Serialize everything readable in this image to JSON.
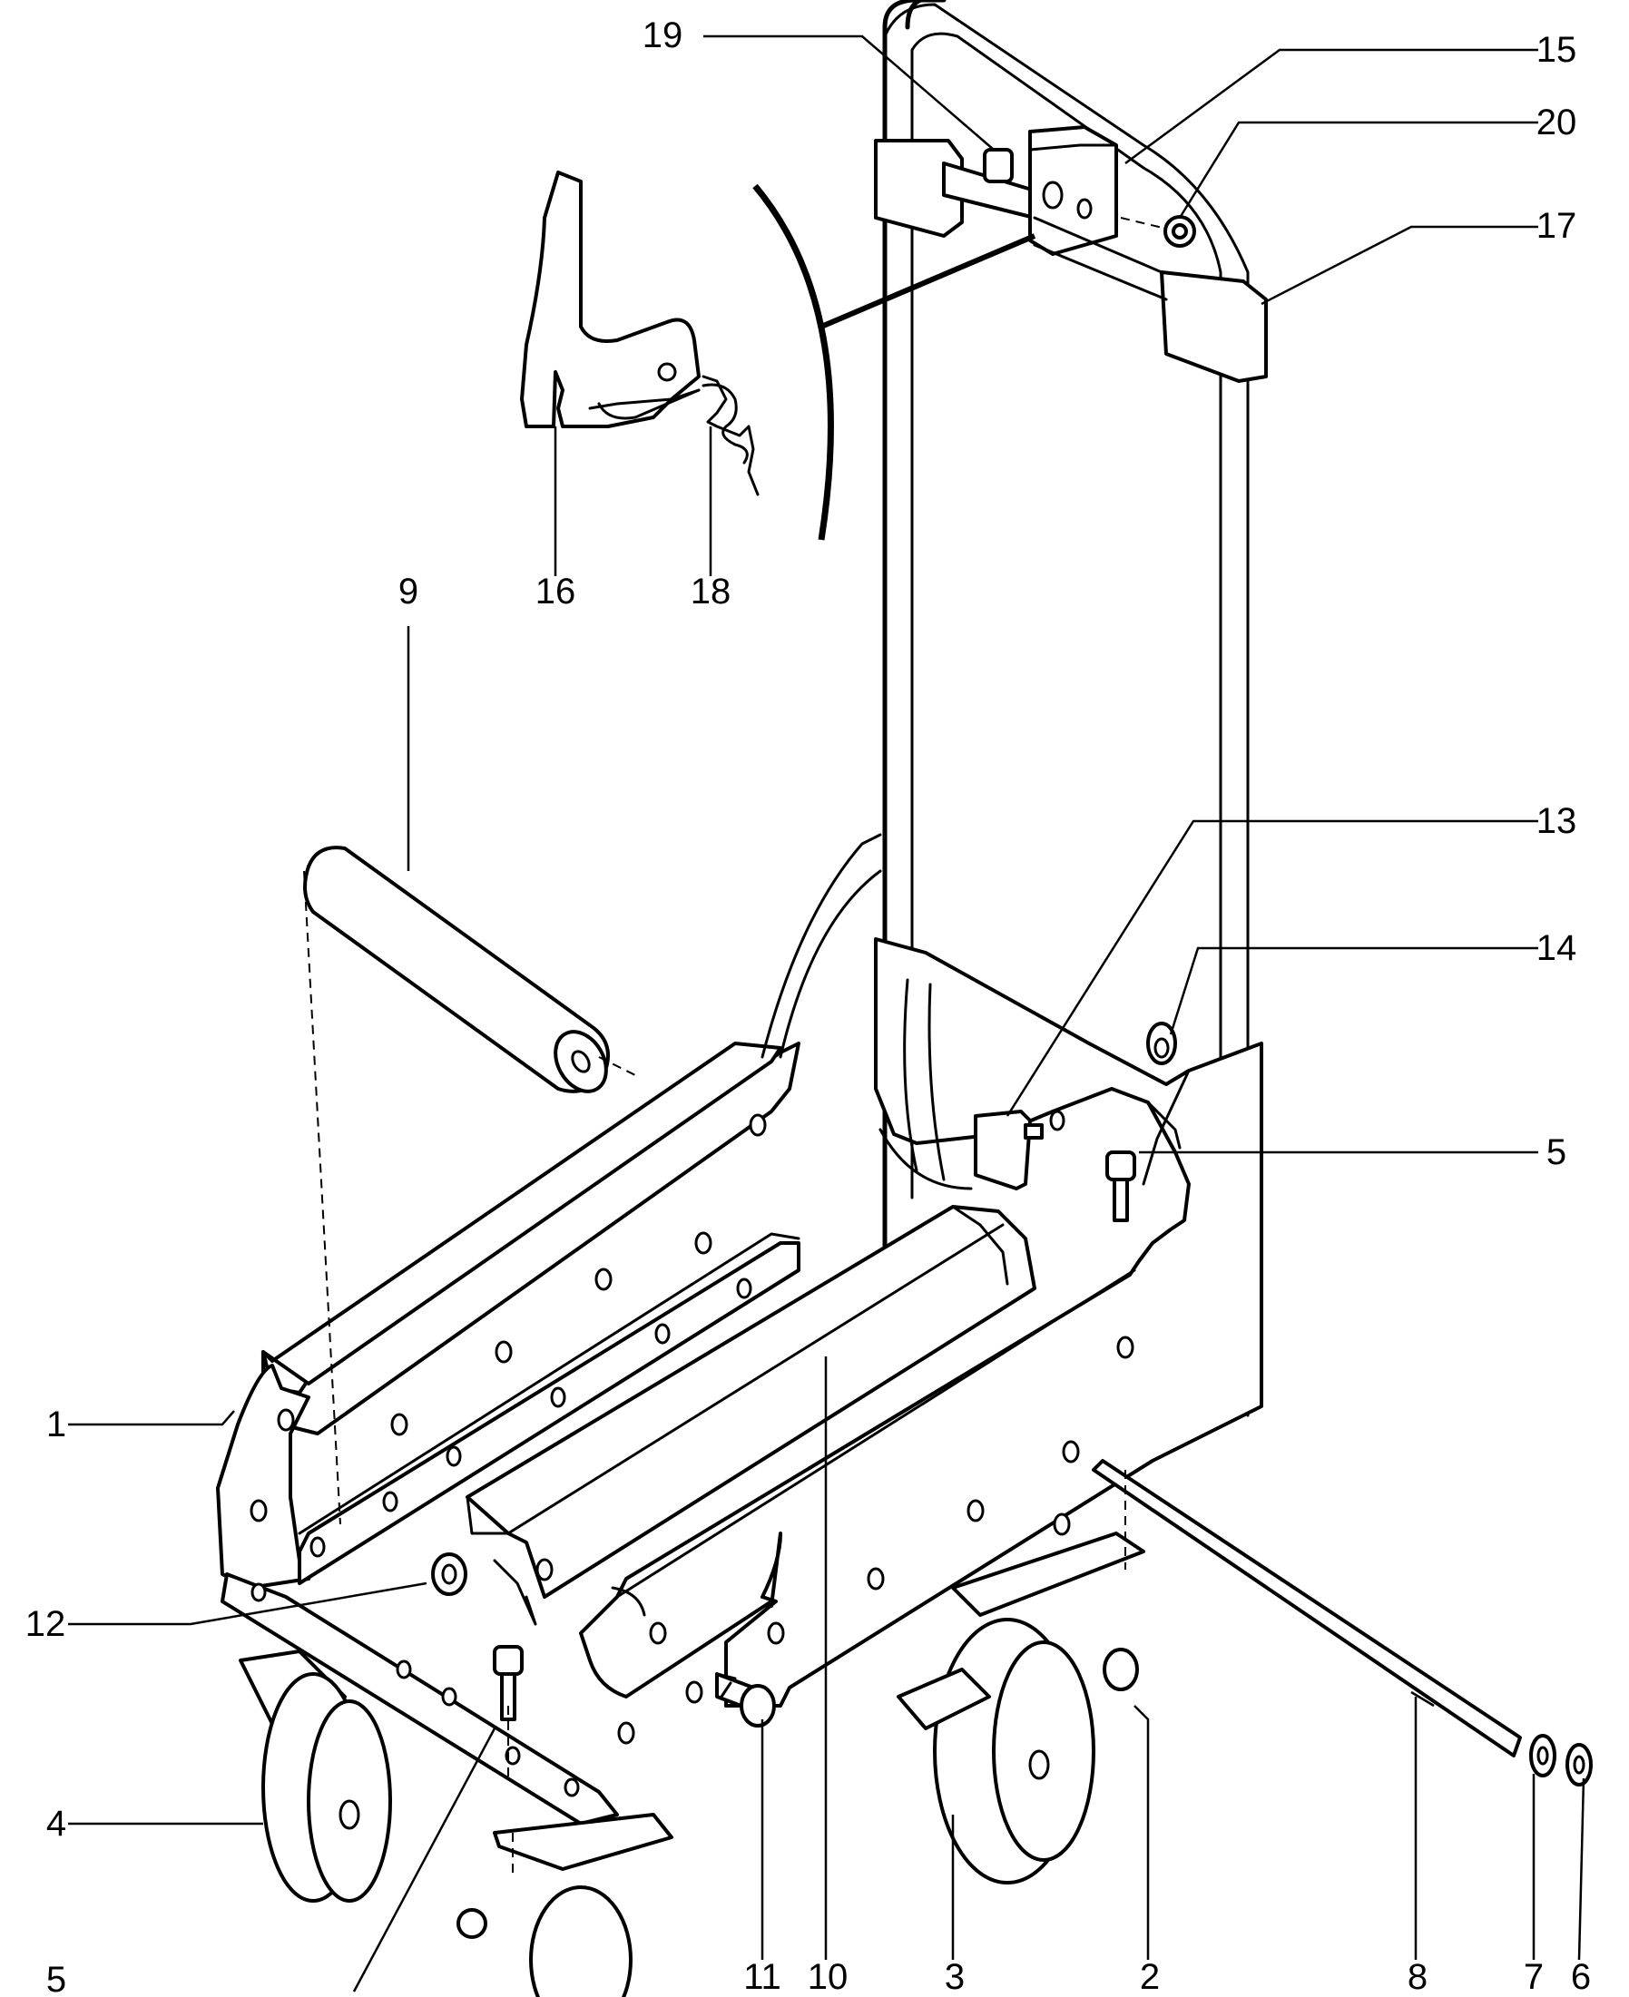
{
  "diagram": {
    "callouts": [
      {
        "id": "c19",
        "label": "19"
      },
      {
        "id": "c15",
        "label": "15"
      },
      {
        "id": "c20",
        "label": "20"
      },
      {
        "id": "c17",
        "label": "17"
      },
      {
        "id": "c9",
        "label": "9"
      },
      {
        "id": "c16",
        "label": "16"
      },
      {
        "id": "c18",
        "label": "18"
      },
      {
        "id": "c13",
        "label": "13"
      },
      {
        "id": "c14",
        "label": "14"
      },
      {
        "id": "c5a",
        "label": "5"
      },
      {
        "id": "c1",
        "label": "1"
      },
      {
        "id": "c12",
        "label": "12"
      },
      {
        "id": "c4",
        "label": "4"
      },
      {
        "id": "c5b",
        "label": "5"
      },
      {
        "id": "c11",
        "label": "11"
      },
      {
        "id": "c10",
        "label": "10"
      },
      {
        "id": "c3",
        "label": "3"
      },
      {
        "id": "c2",
        "label": "2"
      },
      {
        "id": "c8",
        "label": "8"
      },
      {
        "id": "c7",
        "label": "7"
      },
      {
        "id": "c6",
        "label": "6"
      }
    ]
  }
}
